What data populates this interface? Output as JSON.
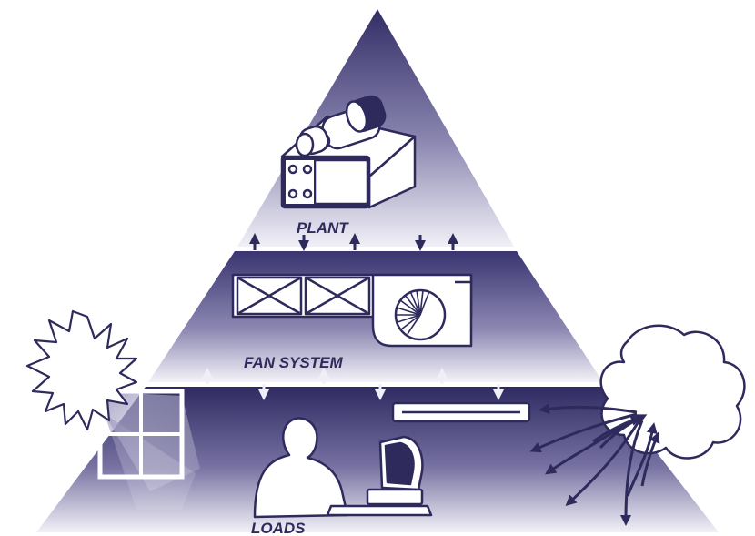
{
  "labels": {
    "plant": "PLANT",
    "fan_system": "FAN SYSTEM",
    "loads": "LOADS"
  },
  "colors": {
    "primary": "#3a3470",
    "dark": "#2e2a5c",
    "light": "#ffffff"
  },
  "icons": [
    "sun-icon",
    "window-icon",
    "cloud-icon",
    "person-icon",
    "computer-icon",
    "chiller-icon",
    "air-handler-icon",
    "diffuser-icon"
  ]
}
